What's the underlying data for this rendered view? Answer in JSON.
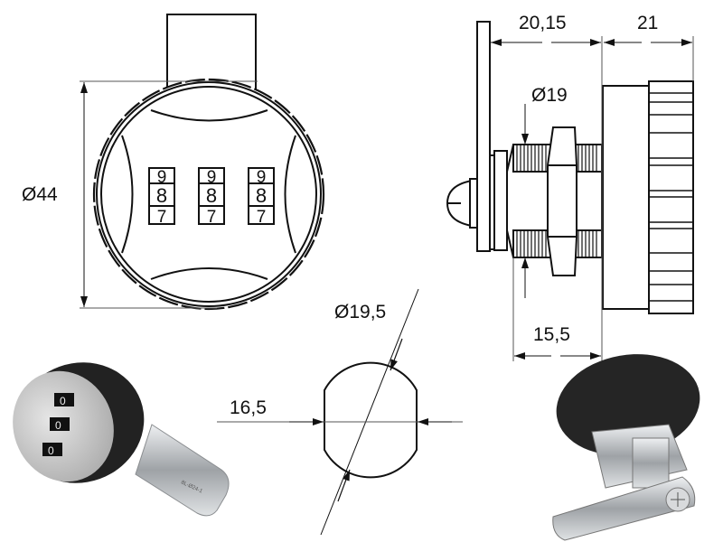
{
  "drawing": {
    "front_view": {
      "diameter_label": "Ø44",
      "dial_digits": [
        {
          "top": "9",
          "middle": "8",
          "bottom": "7"
        },
        {
          "top": "9",
          "middle": "8",
          "bottom": "7"
        },
        {
          "top": "9",
          "middle": "8",
          "bottom": "7"
        }
      ]
    },
    "side_view": {
      "shaft_length_label": "20,15",
      "knob_depth_label": "21",
      "thread_diameter_label": "Ø19",
      "thread_length_label": "15,5"
    },
    "cam_section": {
      "diameter_label": "Ø19,5",
      "flat_width_label": "16,5"
    },
    "photos": {
      "photo_left_digits": [
        "0",
        "0",
        "0"
      ],
      "photo_left_marking": "8L-Ø24-1"
    }
  },
  "colors": {
    "line": "#111111",
    "knob": "#1e1e1e",
    "face": "#c8c8c8",
    "metal": "#b9bcc0"
  }
}
